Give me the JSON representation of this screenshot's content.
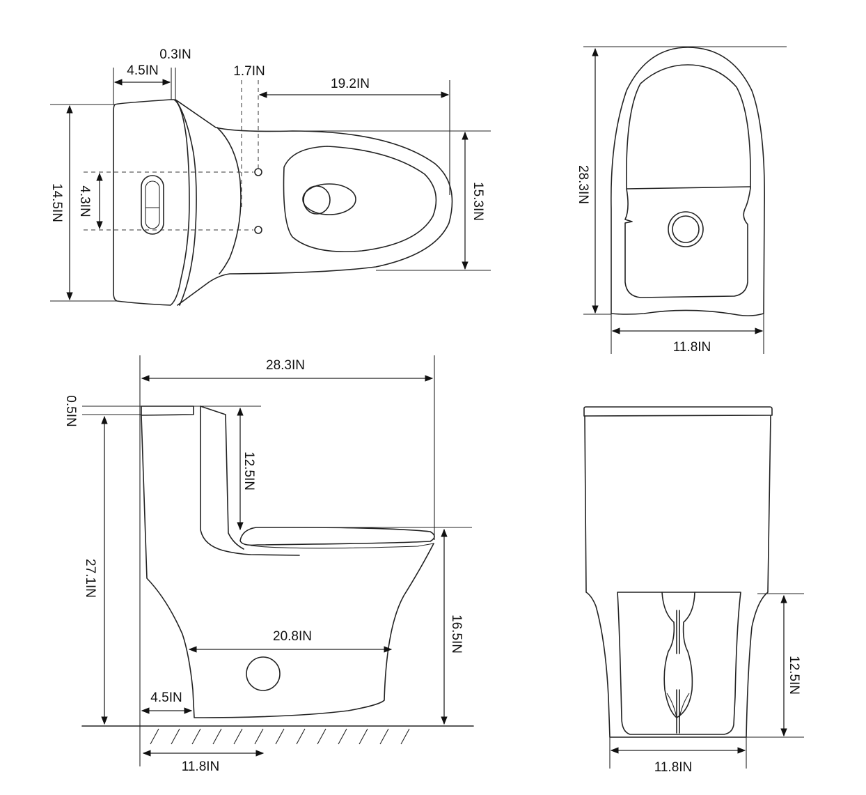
{
  "top_view": {
    "tank_depth": "4.5IN",
    "lid_gap": "0.3IN",
    "hole_offset": "1.7IN",
    "bowl_length": "19.2IN",
    "overall_width": "14.5IN",
    "button_spacing": "4.3IN",
    "bowl_width": "15.3IN"
  },
  "rear_view": {
    "height": "28.3IN",
    "base_width": "11.8IN"
  },
  "side_view": {
    "overall_length": "28.3IN",
    "lid_thickness": "0.5IN",
    "tank_height": "12.5IN",
    "overall_height": "27.1IN",
    "seat_height": "16.5IN",
    "base_length": "20.8IN",
    "rough_in": "4.5IN",
    "floor_depth": "11.8IN"
  },
  "front_view": {
    "trap_height": "12.5IN",
    "base_width": "11.8IN"
  }
}
